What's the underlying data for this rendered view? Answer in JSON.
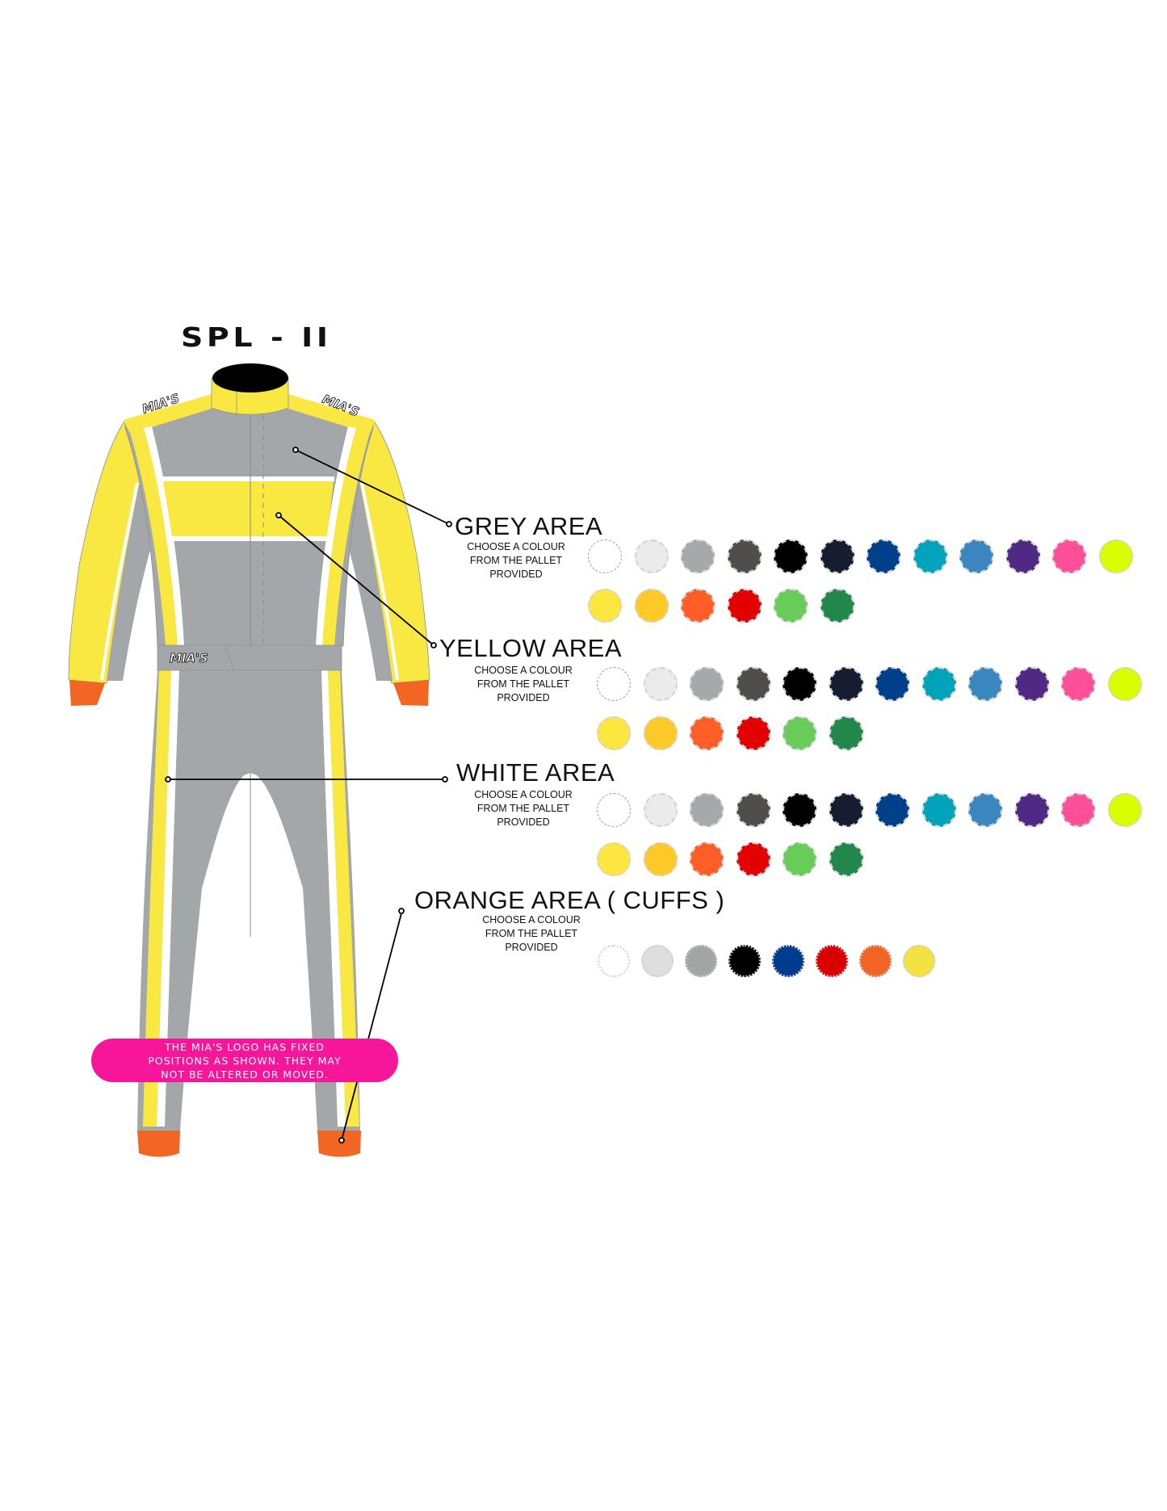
{
  "title": "SPL - II",
  "logo": {
    "text": "MIA'S",
    "positions": [
      "left-shoulder",
      "right-shoulder",
      "belt"
    ]
  },
  "suit_colors": {
    "grey": "#a4a7a9",
    "yellow": "#f9e742",
    "white": "#ffffff",
    "orange": "#f26522",
    "collar_top": "#000000"
  },
  "areas": [
    {
      "id": "grey",
      "title": "GREY AREA",
      "subtitle_lines": [
        "CHOOSE A COLOUR",
        "FROM THE PALLET",
        "PROVIDED"
      ],
      "palette": [
        "#ffffff",
        "#ebebeb",
        "#a6a9ab",
        "#4f4e4c",
        "#000000",
        "#161d31",
        "#003f8a",
        "#00a3b9",
        "#3a87c0",
        "#4f2983",
        "#ff4f98",
        "#d9fe01",
        "#fde640",
        "#ffc928",
        "#ff5f26",
        "#e30000",
        "#68cc58",
        "#21874a"
      ]
    },
    {
      "id": "yellow",
      "title": "YELLOW AREA",
      "subtitle_lines": [
        "CHOOSE A COLOUR",
        "FROM THE PALLET",
        "PROVIDED"
      ],
      "palette": [
        "#ffffff",
        "#ebebeb",
        "#a6a9ab",
        "#4f4e4c",
        "#000000",
        "#161d31",
        "#003f8a",
        "#00a3b9",
        "#3a87c0",
        "#4f2983",
        "#ff4f98",
        "#d9fe01",
        "#fde640",
        "#ffc928",
        "#ff5f26",
        "#e30000",
        "#68cc58",
        "#21874a"
      ]
    },
    {
      "id": "white",
      "title": "WHITE AREA",
      "subtitle_lines": [
        "CHOOSE A COLOUR",
        "FROM THE PALLET",
        "PROVIDED"
      ],
      "palette": [
        "#ffffff",
        "#ebebeb",
        "#a6a9ab",
        "#4f4e4c",
        "#000000",
        "#161d31",
        "#003f8a",
        "#00a3b9",
        "#3a87c0",
        "#4f2983",
        "#ff4f98",
        "#d9fe01",
        "#fde640",
        "#ffc928",
        "#ff5f26",
        "#e30000",
        "#68cc58",
        "#21874a"
      ]
    },
    {
      "id": "orange",
      "title": "ORANGE AREA ( CUFFS )",
      "subtitle_lines": [
        "CHOOSE A COLOUR",
        "FROM THE PALLET",
        "PROVIDED"
      ],
      "palette": [
        "#ffffff",
        "#dedede",
        "#a2a4a5",
        "#000000",
        "#003b8f",
        "#db0000",
        "#f26324",
        "#f4e142"
      ]
    }
  ],
  "notice": {
    "lines": [
      "THE MIA'S LOGO HAS FIXED",
      "POSITIONS AS SHOWN. THEY MAY",
      "NOT BE ALTERED OR MOVED."
    ],
    "color": "#f7169a"
  }
}
